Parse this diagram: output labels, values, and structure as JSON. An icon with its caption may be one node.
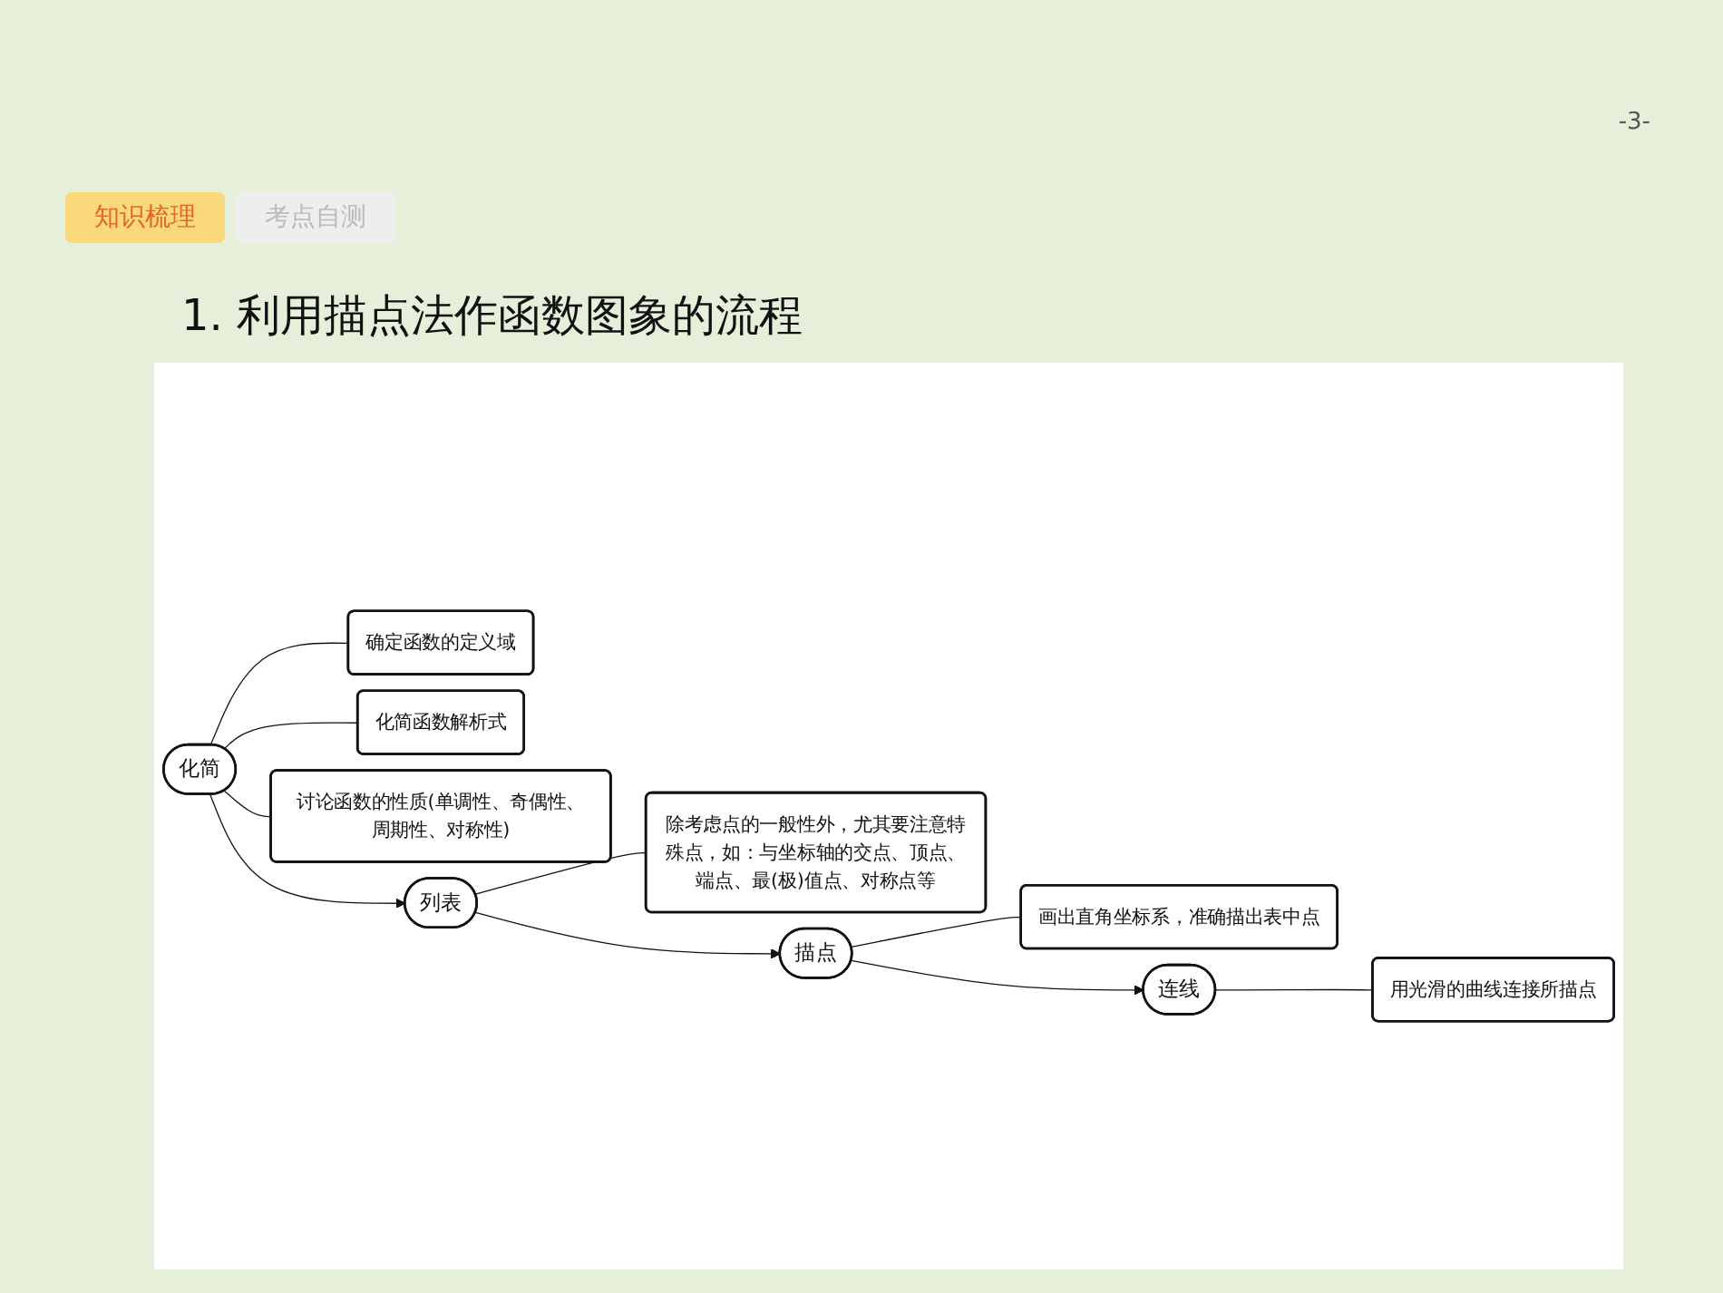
{
  "diagram": {
    "title": "1. 利用描点法作函数图象的流程",
    "nodes": [
      {
        "text": [
          "化简"
        ]
      },
      {
        "text": [
          "确定函数的定义域"
        ]
      },
      {
        "text": [
          "化简函数解析式"
        ]
      },
      {
        "text": [
          "讨论函数的性质(单调性、奇偶性、周期性、对称性)"
        ]
      },
      {
        "text": [
          "列表"
        ]
      },
      {
        "text": [
          "除考虑点的一般性外，尤其要注意特殊点，如：与坐标轴的交点、顶点、端点、最(极)值点、对称点等"
        ]
      },
      {
        "text": [
          "描点"
        ]
      },
      {
        "text": [
          "画出直角坐标系，准确描出表中点"
        ]
      },
      {
        "text": [
          "连线"
        ]
      },
      {
        "text": [
          "用光滑的曲线连接所描点"
        ]
      }
    ],
    "edges": [
      {
        "from": 0,
        "to": 1,
        "arrow": "none"
      },
      {
        "from": 0,
        "to": 2,
        "arrow": "none"
      },
      {
        "from": 0,
        "to": 3,
        "arrow": "none"
      },
      {
        "from": 0,
        "to": 4,
        "arrow": "to"
      },
      {
        "from": 4,
        "to": 5,
        "arrow": "none"
      },
      {
        "from": 4,
        "to": 6,
        "arrow": "to"
      },
      {
        "from": 6,
        "to": 7,
        "arrow": "none"
      },
      {
        "from": 6,
        "to": 8,
        "arrow": "to"
      },
      {
        "from": 8,
        "to": 9,
        "arrow": "none"
      }
    ],
    "labels": [
      "-3-",
      "知识梳理",
      "考点自测"
    ]
  }
}
